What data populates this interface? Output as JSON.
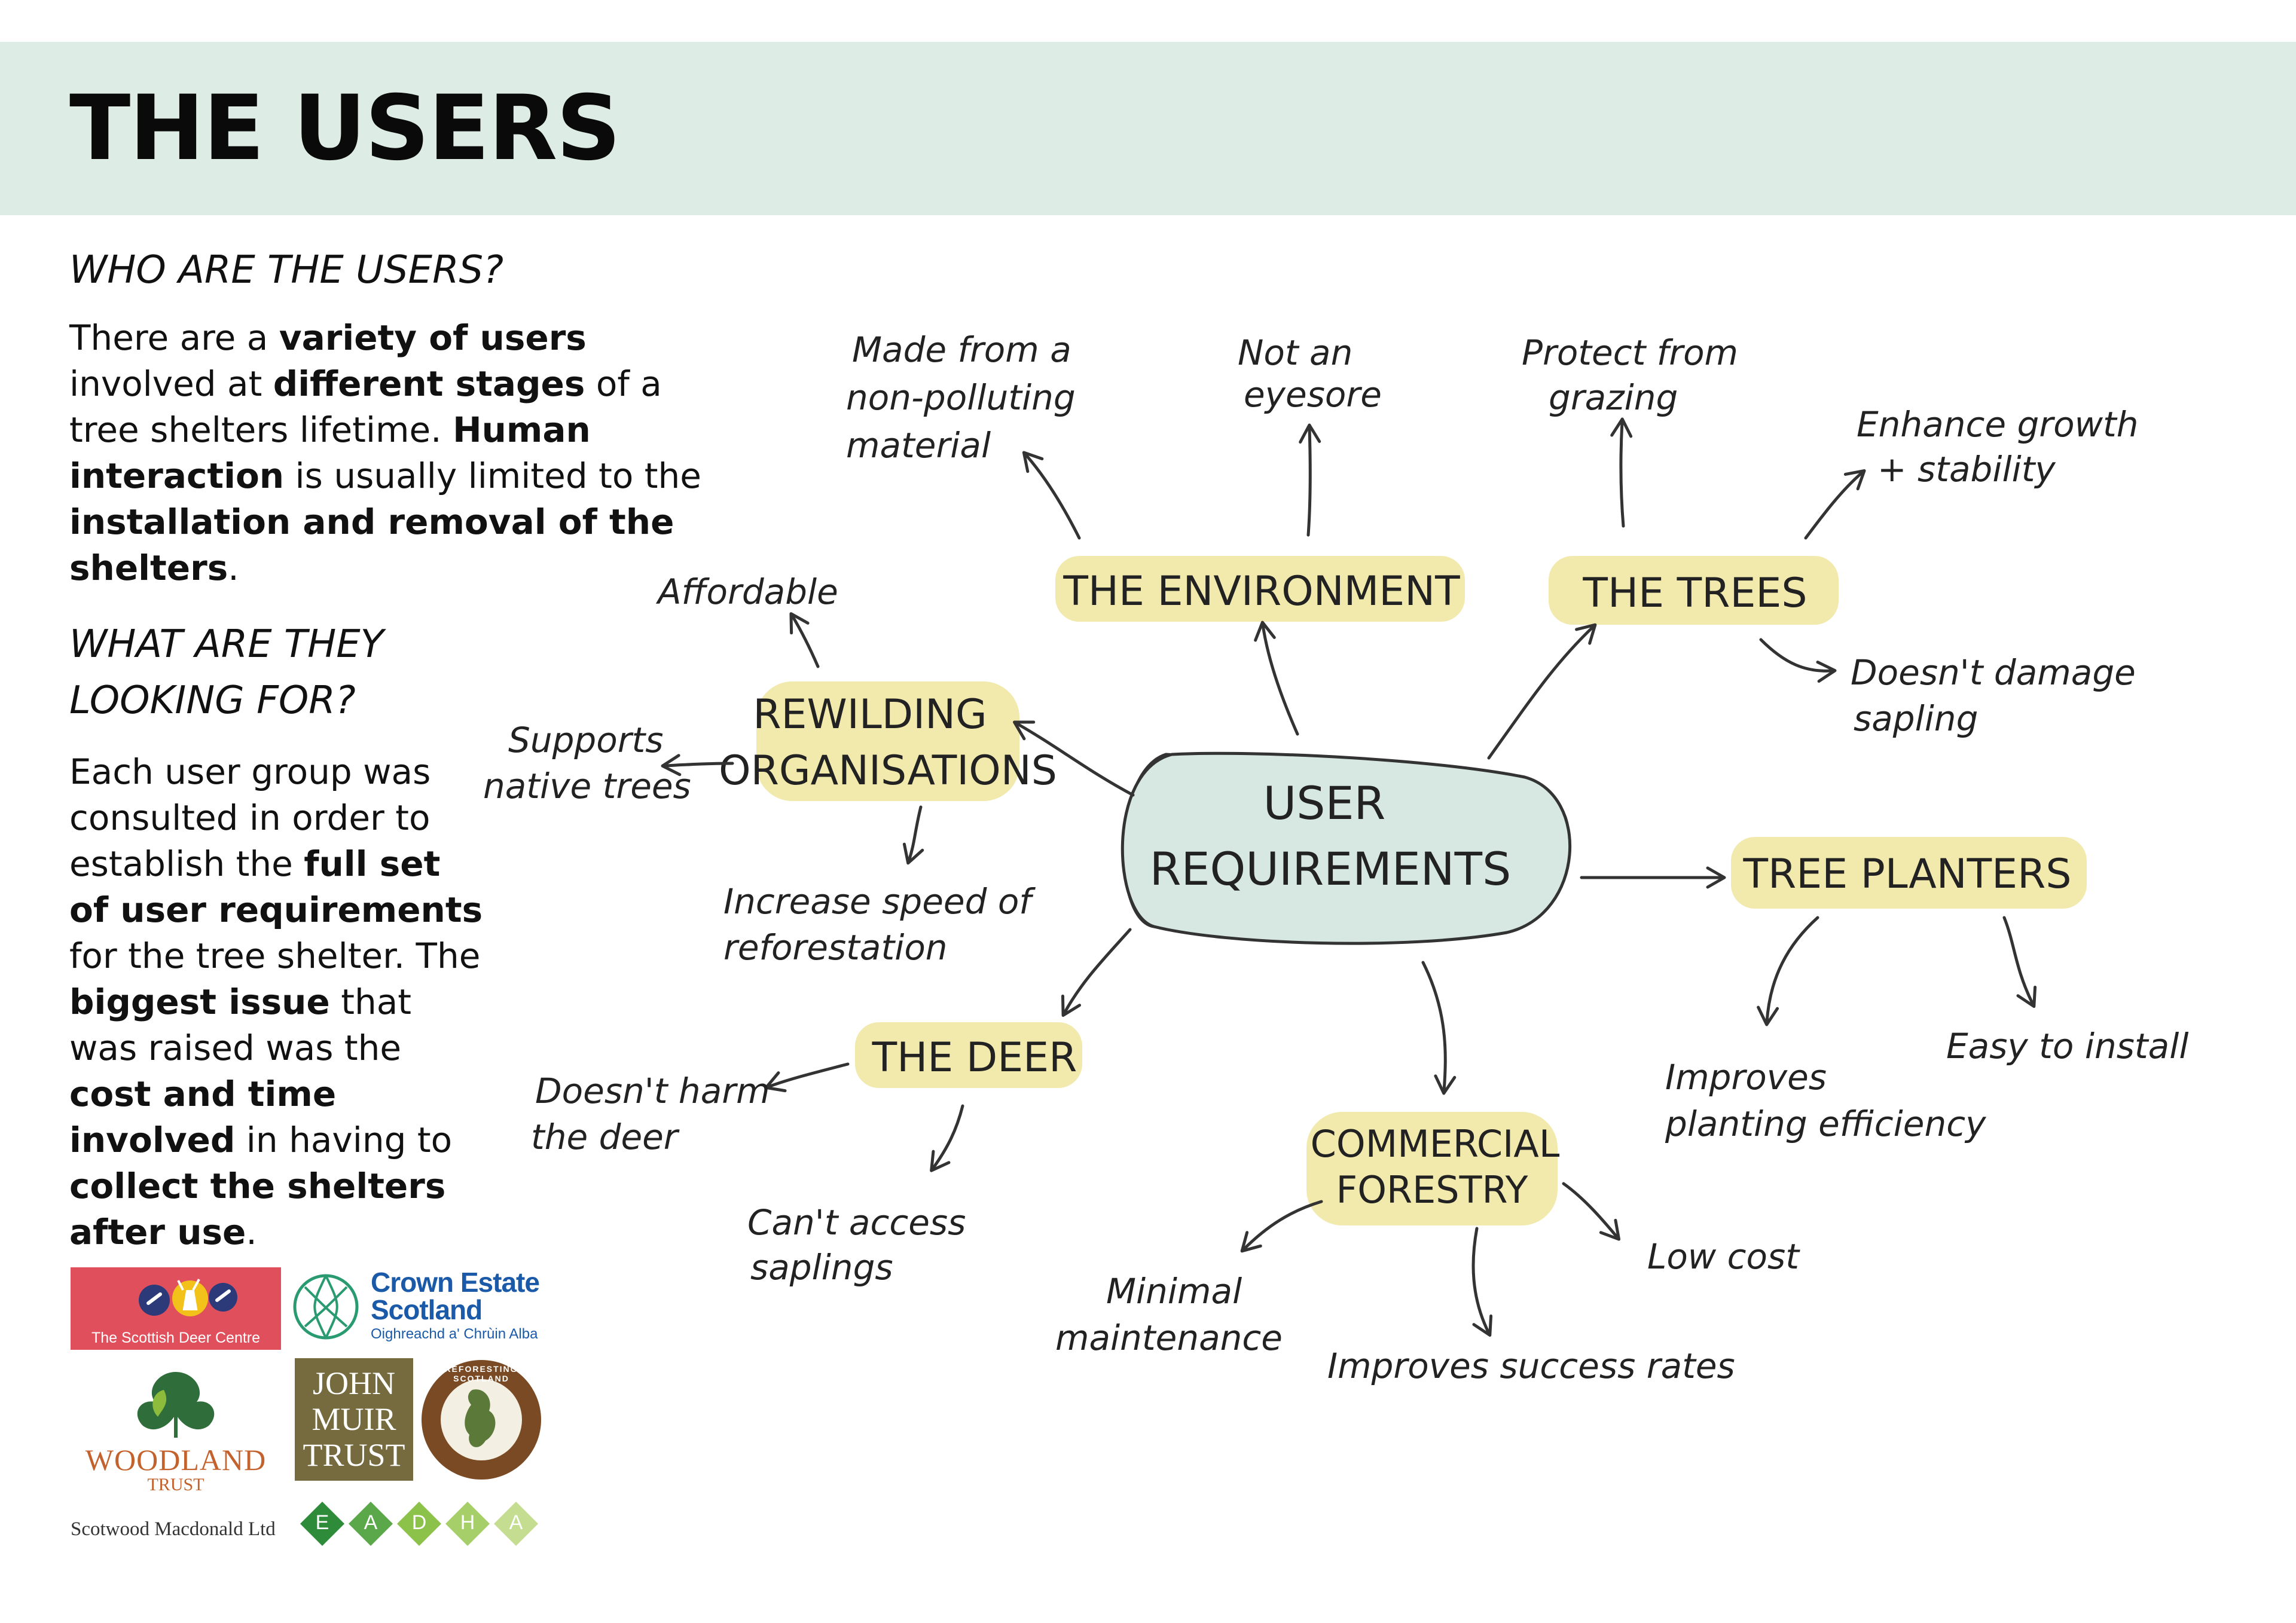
{
  "header": {
    "title": "THE USERS"
  },
  "left": {
    "who_heading": "WHO ARE THE USERS?",
    "who_para": [
      {
        "t": "There are a ",
        "b": false
      },
      {
        "t": "variety of users",
        "b": true
      },
      {
        "t": " involved at ",
        "b": false
      },
      {
        "t": "different stages",
        "b": true
      },
      {
        "t": " of a tree shelters lifetime. ",
        "b": false
      },
      {
        "t": "Human interaction",
        "b": true
      },
      {
        "t": " is usually limited to the ",
        "b": false
      },
      {
        "t": "installation and removal of the shelters",
        "b": true
      },
      {
        "t": ".",
        "b": false
      }
    ],
    "what_heading": "WHAT ARE THEY LOOKING FOR?",
    "what_para": [
      {
        "t": "Each user group was consulted in order to establish the ",
        "b": false
      },
      {
        "t": "full set of user requirements",
        "b": true
      },
      {
        "t": " for the tree shelter. The ",
        "b": false
      },
      {
        "t": "biggest issue",
        "b": true
      },
      {
        "t": " that was raised was the ",
        "b": false
      },
      {
        "t": "cost and time involved",
        "b": true
      },
      {
        "t": "  in having to ",
        "b": false
      },
      {
        "t": "collect the shelters after use",
        "b": true
      },
      {
        "t": ".",
        "b": false
      }
    ]
  },
  "map": {
    "center": [
      "USER",
      "REQUIREMENTS"
    ],
    "nodes": {
      "environment": [
        "THE  ENVIRONMENT"
      ],
      "trees": [
        "THE  TREES"
      ],
      "rewilding": [
        "REWILDING",
        "ORGANISATIONS"
      ],
      "planters": [
        "TREE  PLANTERS"
      ],
      "deer": [
        "THE  DEER"
      ],
      "forestry": [
        "COMMERCIAL",
        "FORESTRY"
      ]
    },
    "leaves": {
      "env_material": [
        "Made from a",
        "non-polluting",
        "material"
      ],
      "env_eyesore": [
        "Not an",
        "eyesore"
      ],
      "trees_grazing": [
        "Protect from",
        "grazing"
      ],
      "trees_growth": [
        "Enhance growth",
        "+ stability"
      ],
      "trees_damage": [
        "Doesn't damage",
        "sapling"
      ],
      "rew_affordable": [
        "Affordable"
      ],
      "rew_native": [
        "Supports",
        "native trees"
      ],
      "rew_speed": [
        "Increase speed of",
        "reforestation"
      ],
      "plant_install": [
        "Easy to install"
      ],
      "plant_efficiency": [
        "Improves",
        "planting efficiency"
      ],
      "deer_harm": [
        "Doesn't harm",
        "the deer"
      ],
      "deer_access": [
        "Can't access",
        "saplings"
      ],
      "for_cost": [
        "Low cost"
      ],
      "for_success": [
        "Improves success rates"
      ],
      "for_maint": [
        "Minimal",
        "maintenance"
      ]
    }
  },
  "logos": {
    "deer_centre": "The Scottish Deer Centre",
    "crown_line1": "Crown Estate",
    "crown_line2": "Scotland",
    "crown_sub": "Oighreachd a' Chrùin Alba",
    "woodland": "WOODLAND",
    "woodland_sub": "TRUST",
    "jmt": [
      "JOHN",
      "MUIR",
      "TRUST"
    ],
    "reforesting": "REFORESTING SCOTLAND",
    "scotwood": "Scotwood Macdonald Ltd",
    "eadha": [
      "E",
      "A",
      "D",
      "H",
      "A"
    ]
  },
  "colors": {
    "header_bg": "#deece6",
    "highlight": "#f1e7a4",
    "center_fill": "#d6e8e1",
    "deer_red": "#e0505c",
    "crown_blue": "#1a5aa8",
    "crown_green": "#2a9a70",
    "woodland_orange": "#c4622d",
    "jmt_bg": "#756b3e",
    "eadha_green": "#5aa84a"
  }
}
